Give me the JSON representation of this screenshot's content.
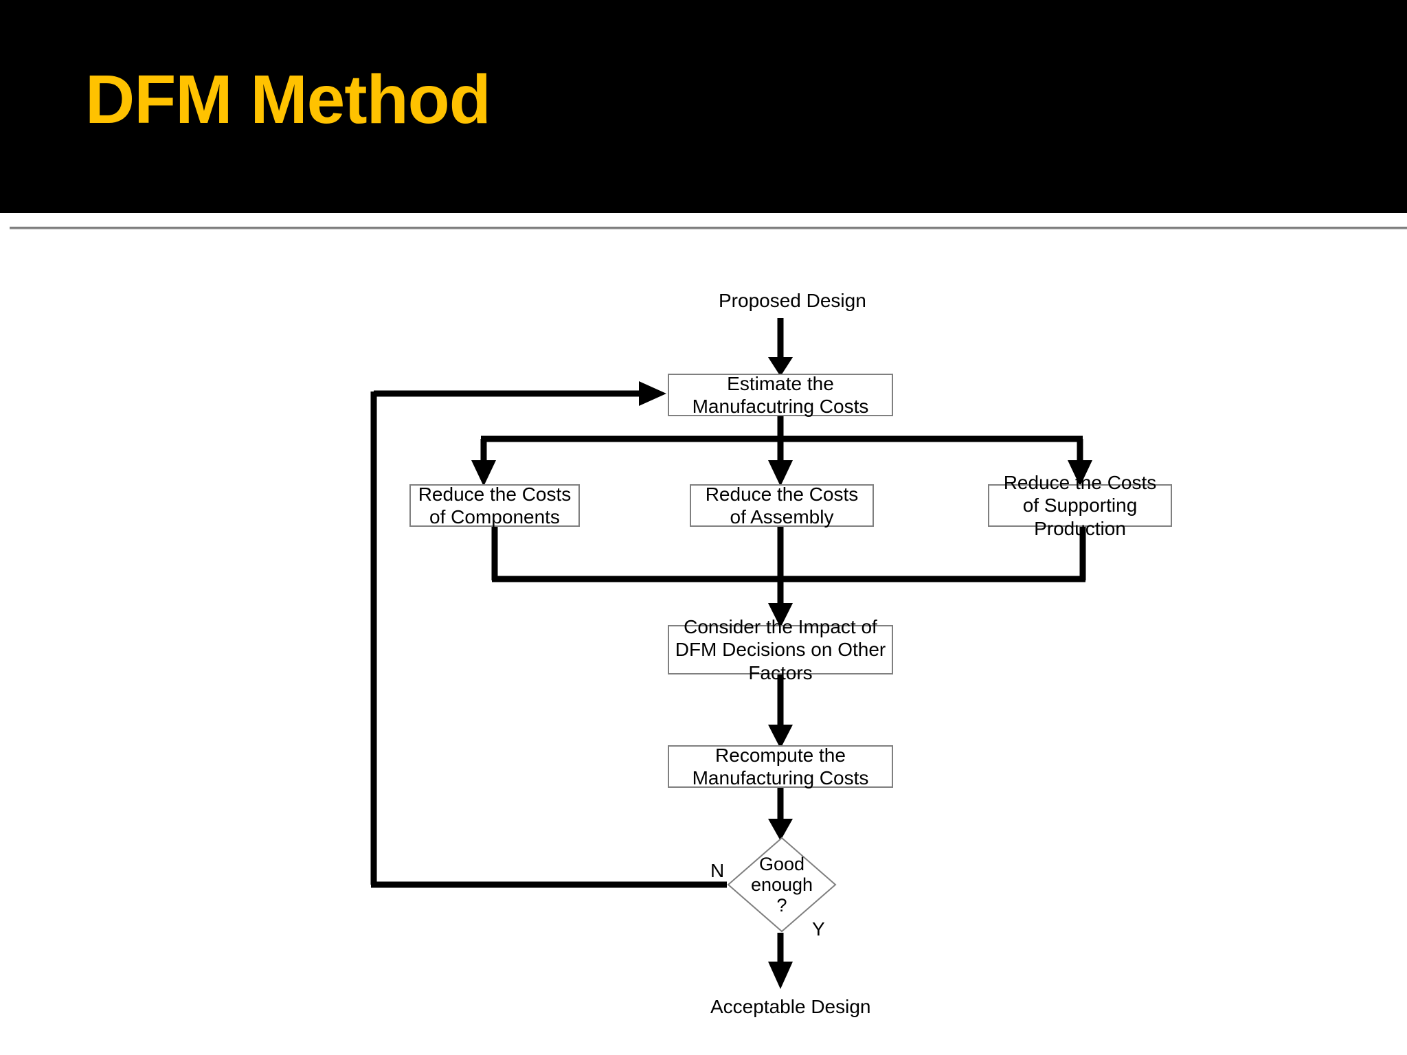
{
  "slide": {
    "title": "DFM Method",
    "title_color": "#ffc200",
    "banner_color": "#000000",
    "background_color": "#ffffff"
  },
  "flowchart": {
    "type": "flowchart",
    "start_label": "Proposed Design",
    "end_label": "Acceptable Design",
    "nodes": [
      {
        "id": "estimate",
        "shape": "process",
        "label": "Estimate the Manufacutring Costs"
      },
      {
        "id": "components",
        "shape": "process",
        "label": "Reduce the Costs of Components"
      },
      {
        "id": "assembly",
        "shape": "process",
        "label": "Reduce the Costs of Assembly"
      },
      {
        "id": "supporting",
        "shape": "process",
        "label": "Reduce the Costs of Supporting Production"
      },
      {
        "id": "consider",
        "shape": "process",
        "label": "Consider the Impact of DFM Decisions on Other Factors"
      },
      {
        "id": "recompute",
        "shape": "process",
        "label": "Recompute the Manufacturing Costs"
      },
      {
        "id": "decision",
        "shape": "diamond",
        "label": "Good enough ?"
      }
    ],
    "decision": {
      "line1": "Good",
      "line2": "enough",
      "line3": "?",
      "no_label": "N",
      "yes_label": "Y"
    },
    "edges": [
      {
        "from": "start",
        "to": "estimate",
        "label": ""
      },
      {
        "from": "estimate",
        "to": "components",
        "label": ""
      },
      {
        "from": "estimate",
        "to": "assembly",
        "label": ""
      },
      {
        "from": "estimate",
        "to": "supporting",
        "label": ""
      },
      {
        "from": "components",
        "to": "consider",
        "label": ""
      },
      {
        "from": "assembly",
        "to": "consider",
        "label": ""
      },
      {
        "from": "supporting",
        "to": "consider",
        "label": ""
      },
      {
        "from": "consider",
        "to": "recompute",
        "label": ""
      },
      {
        "from": "recompute",
        "to": "decision",
        "label": ""
      },
      {
        "from": "decision",
        "to": "estimate",
        "label": "N"
      },
      {
        "from": "decision",
        "to": "end",
        "label": "Y"
      }
    ],
    "line_color": "#000000",
    "box_border_color": "#7f7f7f"
  }
}
